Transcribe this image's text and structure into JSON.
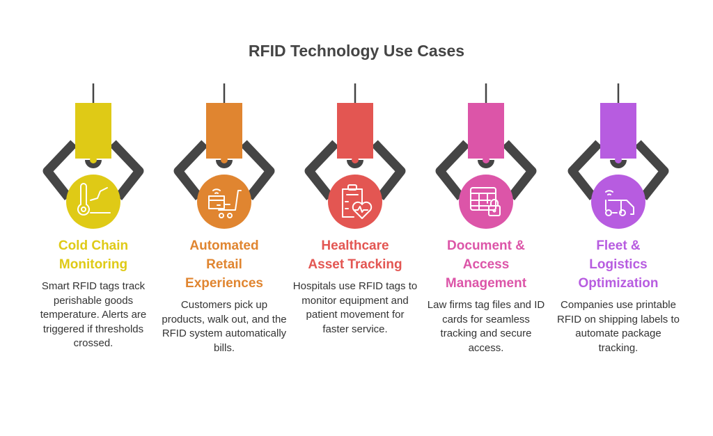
{
  "title": "RFID Technology Use Cases",
  "cases": [
    {
      "heading": [
        "Cold Chain",
        "Monitoring"
      ],
      "text": "Smart RFID tags track perishable goods temperature. Alerts are triggered if thresholds crossed.",
      "color": "#dfca16",
      "icon": "thermometer-chart-icon"
    },
    {
      "heading": [
        "Automated",
        "Retail",
        "Experiences"
      ],
      "text": "Customers pick up products, walk out, and the RFID system automatically bills.",
      "color": "#e08530",
      "icon": "cart-card-icon"
    },
    {
      "heading": [
        "Healthcare",
        "Asset Tracking"
      ],
      "text": "Hospitals use RFID tags to monitor equipment and patient movement for faster service.",
      "color": "#e35652",
      "icon": "clipboard-heart-icon"
    },
    {
      "heading": [
        "Document &",
        "Access",
        "Management"
      ],
      "text": "Law firms tag files and ID cards for seamless tracking and secure access.",
      "color": "#dc55a8",
      "icon": "table-lock-icon"
    },
    {
      "heading": [
        "Fleet &",
        "Logistics",
        "Optimization"
      ],
      "text": "Companies use printable RFID on shipping labels to automate package tracking.",
      "color": "#b75ce0",
      "icon": "truck-signal-icon"
    }
  ]
}
